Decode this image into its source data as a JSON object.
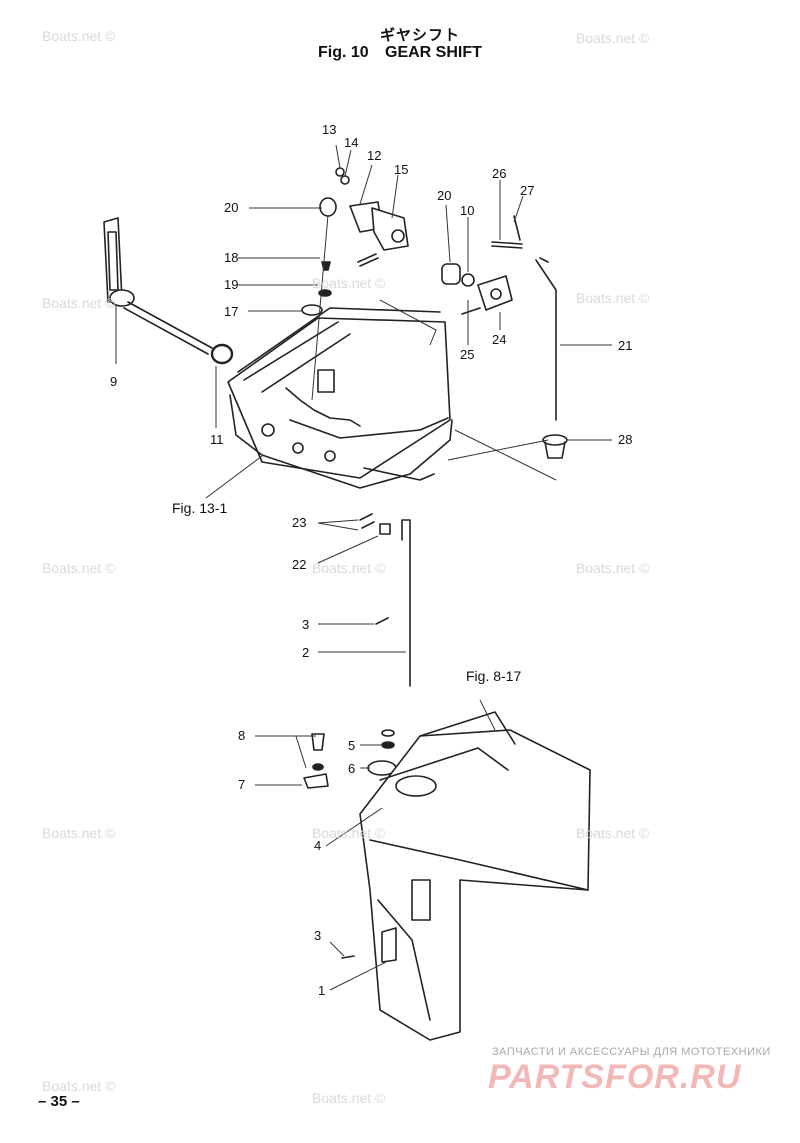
{
  "header": {
    "title_jp": "ギヤシフト",
    "fig_number": "Fig. 10",
    "title_en": "GEAR SHIFT"
  },
  "figure_refs": {
    "fig_13_1": "Fig. 13-1",
    "fig_8_17": "Fig. 8-17"
  },
  "part_labels": [
    "13",
    "14",
    "12",
    "15",
    "20",
    "20",
    "10",
    "26",
    "27",
    "18",
    "19",
    "17",
    "21",
    "24",
    "25",
    "9",
    "11",
    "28",
    "23",
    "22",
    "3",
    "2",
    "8",
    "5",
    "6",
    "7",
    "4",
    "3",
    "1"
  ],
  "watermark": "Boats.net ©",
  "page_number": "– 35 –",
  "ad": {
    "tagline": "ЗАПЧАСТИ И АКСЕССУАРЫ ДЛЯ МОТОТЕХНИКИ",
    "logo": "PARTSFOR.RU"
  }
}
